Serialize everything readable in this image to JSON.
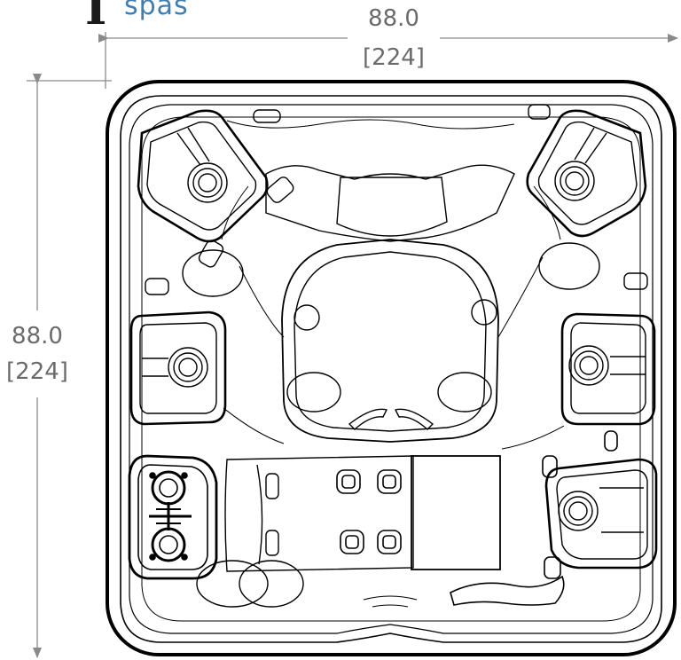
{
  "brand": {
    "mark": "I",
    "word": "spas",
    "word_color": "#3d7fb5",
    "mark_color": "#1a1a1a"
  },
  "width_dimension": {
    "value": "88.0",
    "metric": "[224]"
  },
  "height_dimension": {
    "value": "88.0",
    "metric": "[224]"
  },
  "colors": {
    "line": "#000000",
    "dimension": "#6b6b6b"
  }
}
